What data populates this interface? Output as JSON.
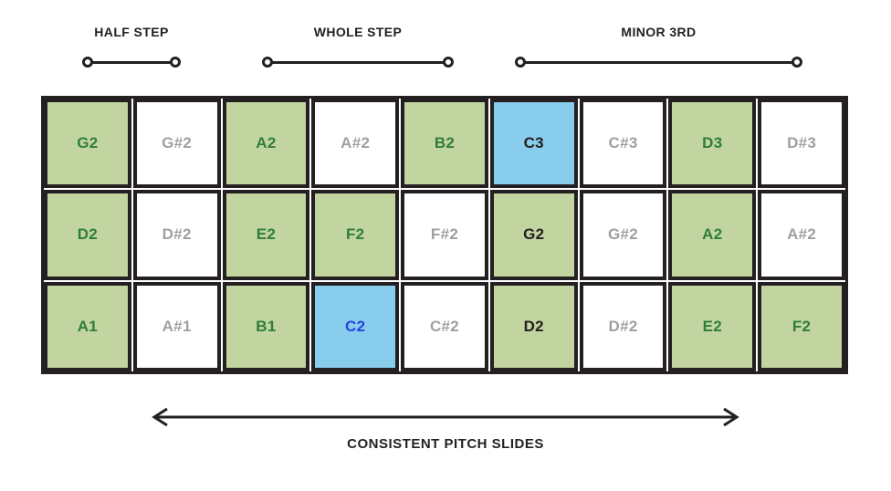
{
  "intervals": [
    {
      "id": "half-step",
      "label": "HALF STEP"
    },
    {
      "id": "whole-step",
      "label": "WHOLE STEP"
    },
    {
      "id": "minor-3rd",
      "label": "MINOR 3RD"
    }
  ],
  "grid": {
    "rows": [
      {
        "cells": [
          {
            "label": "G2",
            "type": "natural"
          },
          {
            "label": "G#2",
            "type": "sharp"
          },
          {
            "label": "A2",
            "type": "natural"
          },
          {
            "label": "A#2",
            "type": "sharp"
          },
          {
            "label": "B2",
            "type": "natural"
          },
          {
            "label": "C3",
            "type": "root-upper"
          },
          {
            "label": "C#3",
            "type": "sharp"
          },
          {
            "label": "D3",
            "type": "natural"
          },
          {
            "label": "D#3",
            "type": "sharp"
          }
        ]
      },
      {
        "cells": [
          {
            "label": "D2",
            "type": "natural"
          },
          {
            "label": "D#2",
            "type": "sharp"
          },
          {
            "label": "E2",
            "type": "natural"
          },
          {
            "label": "F2",
            "type": "natural"
          },
          {
            "label": "F#2",
            "type": "sharp"
          },
          {
            "label": "G2",
            "type": "natural-emphasis"
          },
          {
            "label": "G#2",
            "type": "sharp"
          },
          {
            "label": "A2",
            "type": "natural"
          },
          {
            "label": "A#2",
            "type": "sharp"
          }
        ]
      },
      {
        "cells": [
          {
            "label": "A1",
            "type": "natural"
          },
          {
            "label": "A#1",
            "type": "sharp"
          },
          {
            "label": "B1",
            "type": "natural"
          },
          {
            "label": "C2",
            "type": "root"
          },
          {
            "label": "C#2",
            "type": "sharp"
          },
          {
            "label": "D2",
            "type": "natural-emphasis"
          },
          {
            "label": "D#2",
            "type": "sharp"
          },
          {
            "label": "E2",
            "type": "natural"
          },
          {
            "label": "F2",
            "type": "natural"
          }
        ]
      }
    ]
  },
  "footer": {
    "label": "CONSISTENT PITCH SLIDES"
  },
  "colors": {
    "ink": "#242021",
    "natural_bg": "#c2d5a0",
    "natural_text": "#2f7d3c",
    "sharp_text": "#9da0a3",
    "root_bg": "#89cdec",
    "root_text": "#2243e3"
  }
}
